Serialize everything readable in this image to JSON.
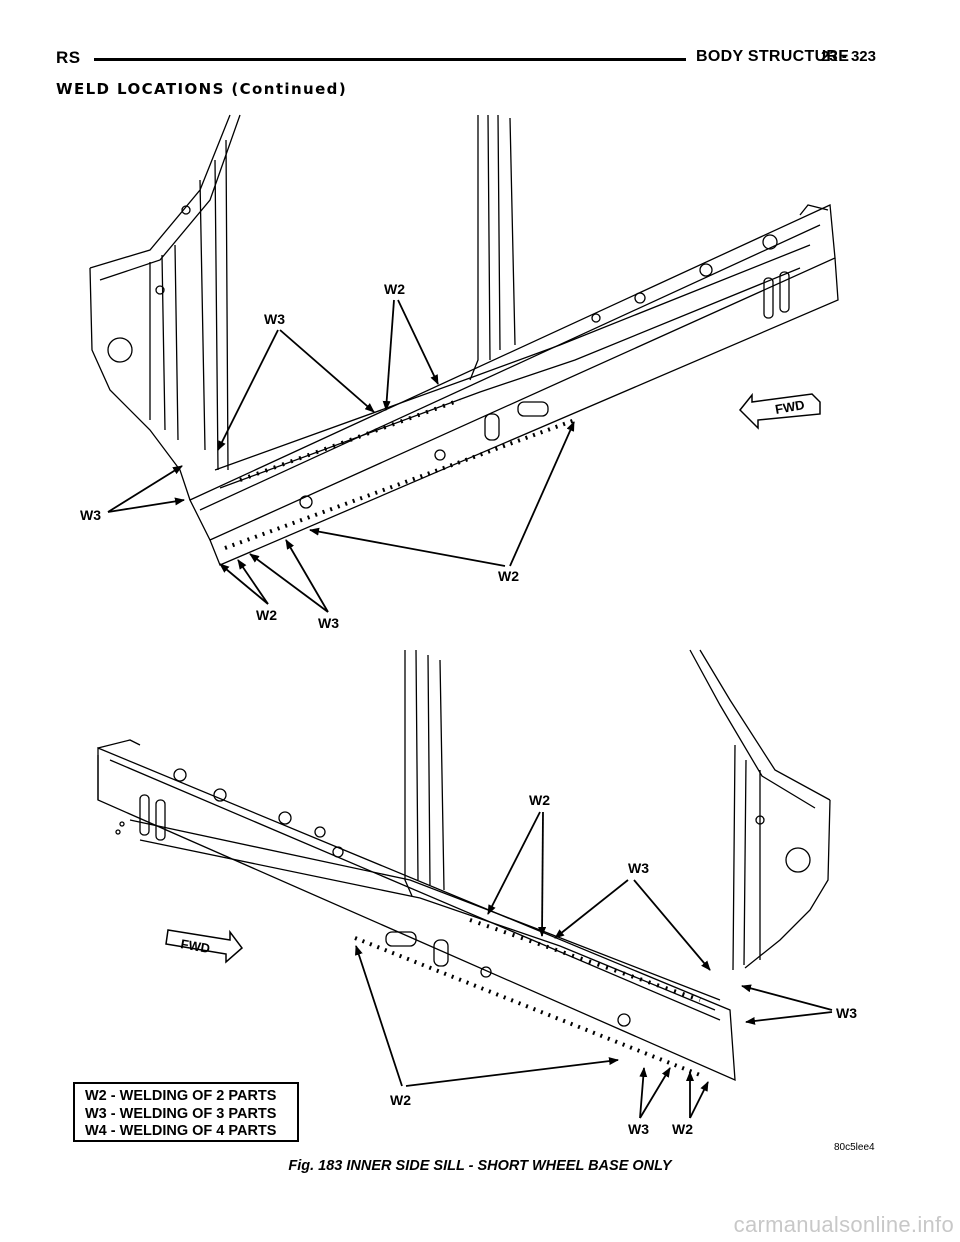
{
  "header": {
    "left": "RS",
    "section": "BODY STRUCTURE",
    "page": "23 - 323"
  },
  "subheading": "WELD LOCATIONS (Continued)",
  "figure": {
    "top": {
      "labels": [
        "W2",
        "W3",
        "W3",
        "W2",
        "W2",
        "W3"
      ],
      "fwd": "FWD"
    },
    "bottom": {
      "labels": [
        "W2",
        "W3",
        "W3",
        "W2",
        "W3",
        "W2"
      ],
      "fwd": "FWD"
    },
    "legend": [
      "W2 - WELDING OF 2 PARTS",
      "W3 - WELDING OF 3 PARTS",
      "W4 - WELDING OF 4 PARTS"
    ],
    "figure_id": "80c5lee4",
    "caption": "Fig. 183 INNER SIDE SILL - SHORT WHEEL BASE ONLY"
  },
  "watermark": "carmanualsonline.info"
}
